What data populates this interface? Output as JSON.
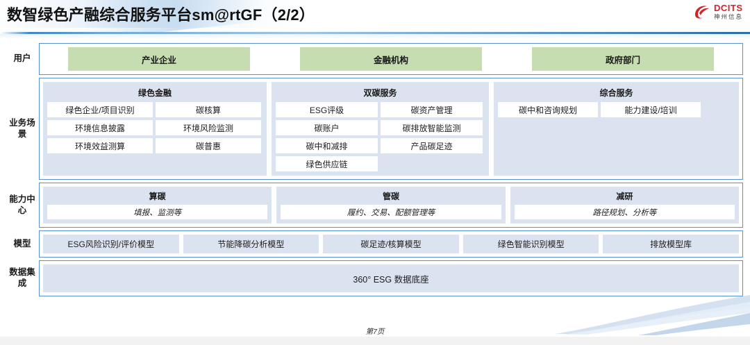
{
  "header": {
    "title": "数智绿色产融综合服务平台sm@rtGF（2/2）",
    "logo_en": "DCITS",
    "logo_cn": "神州信息"
  },
  "rows": {
    "user": {
      "label": "用户",
      "items": [
        "产业企业",
        "金融机构",
        "政府部门"
      ]
    },
    "scenario": {
      "label": "业务场景",
      "panels": [
        {
          "title": "绿色金融",
          "items": [
            "绿色企业/项目识别",
            "碳核算",
            "环境信息披露",
            "环境风险监测",
            "环境效益测算",
            "碳普惠"
          ]
        },
        {
          "title": "双碳服务",
          "items": [
            "ESG评级",
            "碳资产管理",
            "碳账户",
            "碳排放智能监测",
            "碳中和减排",
            "产品碳足迹",
            "绿色供应链"
          ]
        },
        {
          "title": "综合服务",
          "items": [
            "碳中和咨询规划",
            "能力建设/培训"
          ]
        }
      ]
    },
    "capability": {
      "label": "能力中心",
      "panels": [
        {
          "title": "算碳",
          "subtitle": "填报、监测等"
        },
        {
          "title": "管碳",
          "subtitle": "履约、交易、配额管理等"
        },
        {
          "title": "减研",
          "subtitle": "路径规划、分析等"
        }
      ]
    },
    "model": {
      "label": "模型",
      "items": [
        "ESG风险识别/评价模型",
        "节能降碳分析模型",
        "碳足迹/核算模型",
        "绿色智能识别模型",
        "排放模型库"
      ]
    },
    "data": {
      "label": "数据集成",
      "bar": "360° ESG 数据底座"
    }
  },
  "footer": {
    "page": "第7页"
  },
  "colors": {
    "user_green": "#c6dcb1",
    "panel_blue": "#dbe2f0",
    "border_blue": "#5b8fd4",
    "brand_red": "#d2232a"
  }
}
